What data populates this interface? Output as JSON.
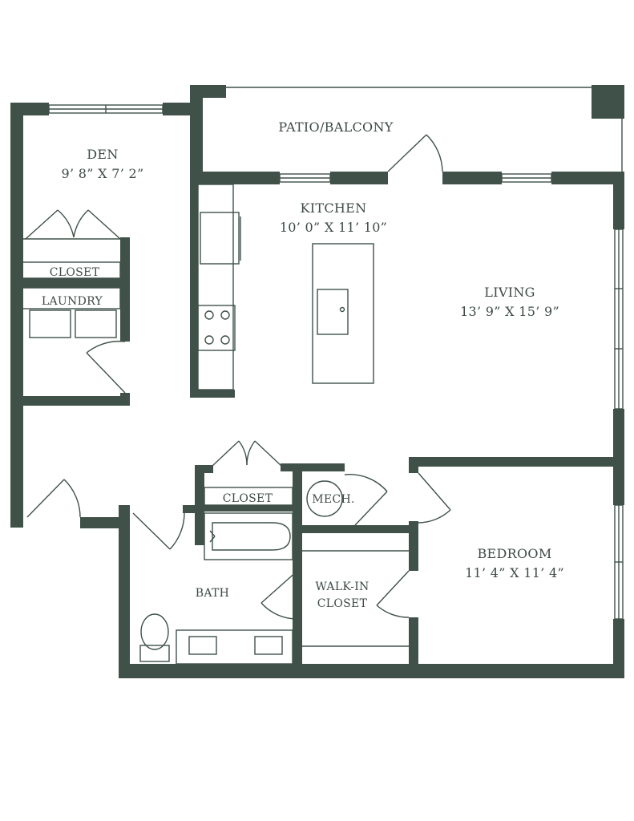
{
  "rooms": {
    "den": {
      "name": "DEN",
      "dims": "9’ 8” X 7’ 2”"
    },
    "patio": {
      "name": "PATIO/BALCONY"
    },
    "kitchen": {
      "name": "KITCHEN",
      "dims": "10’ 0” X 11’ 10”"
    },
    "living": {
      "name": "LIVING",
      "dims": "13’ 9” X 15’ 9”"
    },
    "closet_den": {
      "name": "CLOSET"
    },
    "laundry": {
      "name": "LAUNDRY"
    },
    "closet_hall": {
      "name": "CLOSET"
    },
    "mech": {
      "name": "MECH."
    },
    "bedroom": {
      "name": "BEDROOM",
      "dims": "11’ 4” X 11’ 4”"
    },
    "bath": {
      "name": "BATH"
    },
    "walkin": {
      "line1": "WALK-IN",
      "line2": "CLOSET"
    }
  },
  "colors": {
    "wall": "#3f5149",
    "text": "#3e4a45"
  }
}
